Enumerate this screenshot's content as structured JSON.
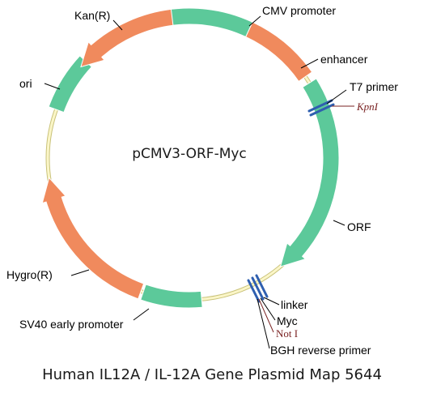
{
  "plasmid_name": "pCMV3-ORF-Myc",
  "caption": "Human IL12A / IL-12A Gene Plasmid Map 5644",
  "colors": {
    "backbone": "#efe9a8",
    "backbone_edge": "#c9c27a",
    "promoter_feature": "#5cc99a",
    "resistance_feature": "#f08a5d",
    "primer_mark": "#2f5fb0",
    "label_text": "#000000",
    "site_label": "#7a2323"
  },
  "features": [
    {
      "name": "cmv-promoter",
      "label": "CMV promoter",
      "type": "box",
      "color": "promoter_feature"
    },
    {
      "name": "enhancer",
      "label": "enhancer",
      "type": "box",
      "color": "resistance_feature"
    },
    {
      "name": "orf",
      "label": "ORF",
      "type": "arrow-cw",
      "color": "promoter_feature"
    },
    {
      "name": "sv40-early-promoter",
      "label": "SV40 early promoter",
      "type": "box",
      "color": "promoter_feature"
    },
    {
      "name": "hygro-r",
      "label": "Hygro(R)",
      "type": "arrow-cw",
      "color": "resistance_feature"
    },
    {
      "name": "ori",
      "label": "ori",
      "type": "box",
      "color": "promoter_feature"
    },
    {
      "name": "kan-r",
      "label": "Kan(R)",
      "type": "arrow-ccw",
      "color": "resistance_feature"
    }
  ],
  "markers": [
    {
      "name": "t7-primer",
      "label": "T7 primer"
    },
    {
      "name": "kpni-site",
      "label": "KpnI"
    },
    {
      "name": "linker",
      "label": "linker"
    },
    {
      "name": "myc",
      "label": "Myc"
    },
    {
      "name": "noti-site",
      "label": "Not I"
    },
    {
      "name": "bgh-reverse-primer",
      "label": "BGH reverse primer"
    }
  ]
}
